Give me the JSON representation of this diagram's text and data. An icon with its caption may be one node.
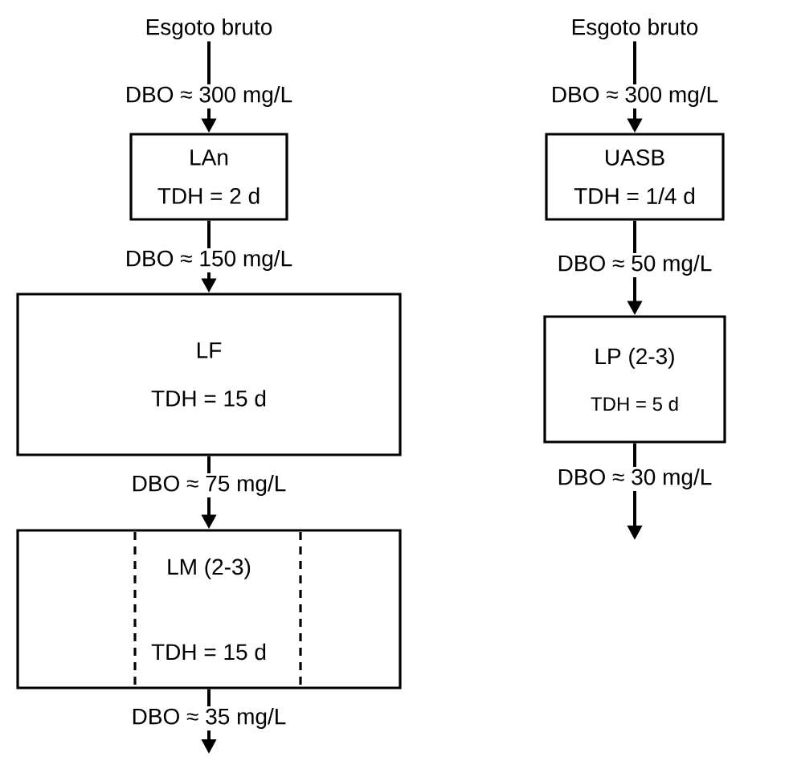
{
  "diagram": {
    "nodes": [
      {
        "text": [
          "Esgoto bruto"
        ]
      },
      {
        "text": [
          "LAn",
          "TDH = 2 d"
        ]
      },
      {
        "text": [
          "LF",
          "TDH = 15 d"
        ]
      },
      {
        "text": [
          "LM (2-3)",
          "TDH = 15 d"
        ]
      },
      {
        "text": [
          "Esgoto bruto"
        ]
      },
      {
        "text": [
          "UASB",
          "TDH = 1/4 d"
        ]
      },
      {
        "text": [
          "LP (2-3)",
          "TDH = 5 d"
        ]
      }
    ],
    "edges": [
      {
        "from": 0,
        "to": 1,
        "arrow": "to",
        "label": "DBO ≈ 300 mg/L"
      },
      {
        "from": 1,
        "to": 2,
        "arrow": "to",
        "label": "DBO ≈ 150 mg/L"
      },
      {
        "from": 2,
        "to": 3,
        "arrow": "to",
        "label": "DBO ≈ 75 mg/L"
      },
      {
        "from": 3,
        "to": null,
        "arrow": "to",
        "label": "DBO ≈ 35 mg/L"
      },
      {
        "from": 4,
        "to": 5,
        "arrow": "to",
        "label": "DBO ≈ 300 mg/L"
      },
      {
        "from": 5,
        "to": 6,
        "arrow": "to",
        "label": "DBO ≈ 50 mg/L"
      },
      {
        "from": 6,
        "to": null,
        "arrow": "to",
        "label": "DBO ≈ 30 mg/L"
      }
    ]
  }
}
